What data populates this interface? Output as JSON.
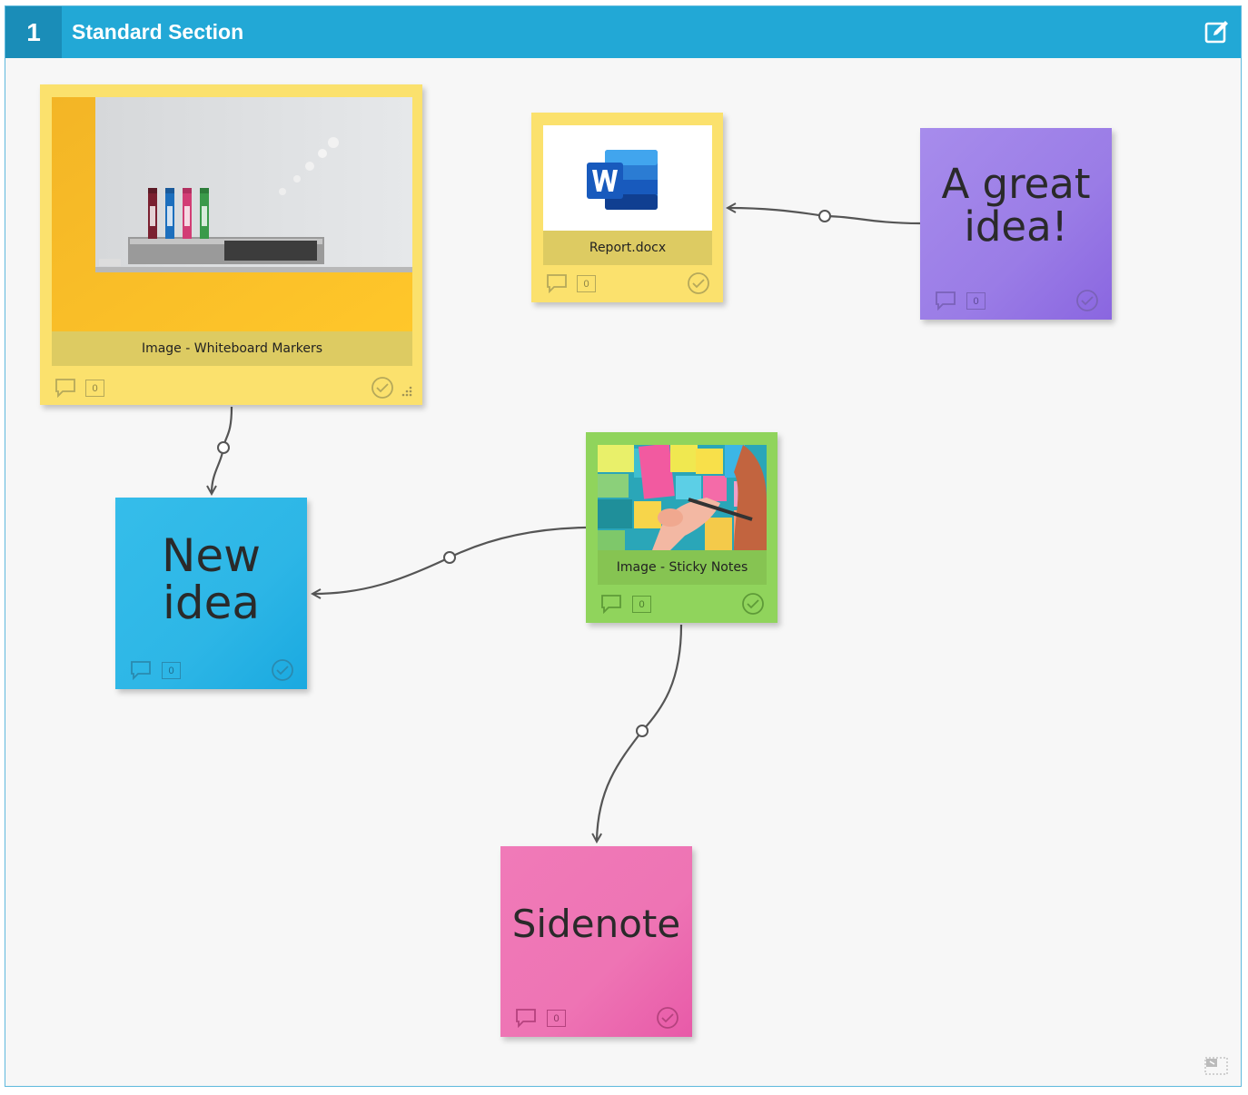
{
  "section": {
    "number": "1",
    "title": "Standard Section"
  },
  "cards": {
    "whiteboard": {
      "caption": "Image - Whiteboard Markers",
      "comment_count": "0",
      "color": "#fbe16d"
    },
    "report": {
      "caption": "Report.docx",
      "comment_count": "0",
      "color": "#fbe16d"
    },
    "great_idea": {
      "text": "A great idea!",
      "comment_count": "0",
      "color": "#9c7ee6"
    },
    "new_idea": {
      "text": "New idea",
      "comment_count": "0",
      "color": "#2fb8e8"
    },
    "sticky_notes": {
      "caption": "Image - Sticky Notes",
      "comment_count": "0",
      "color": "#90d45c"
    },
    "sidenote": {
      "text": "Sidenote",
      "comment_count": "0",
      "color": "#ee7ab8"
    }
  },
  "icons": [
    "edit-icon",
    "comment-icon",
    "check-circle-icon",
    "resize-icon",
    "word-doc-icon",
    "fit-view-icon"
  ]
}
